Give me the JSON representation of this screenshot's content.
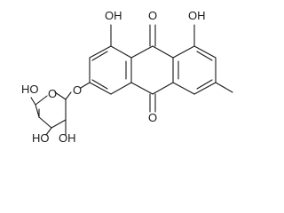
{
  "structure": {
    "labels": {
      "oh_c1": "OH",
      "oh_c8": "OH",
      "o_c9": "O",
      "o_c10": "O",
      "o_ether": "O",
      "o_ring": "O",
      "oh_sugar_c4": "HO",
      "oh_sugar_c3": "HO",
      "oh_sugar_c2": "OH"
    }
  }
}
